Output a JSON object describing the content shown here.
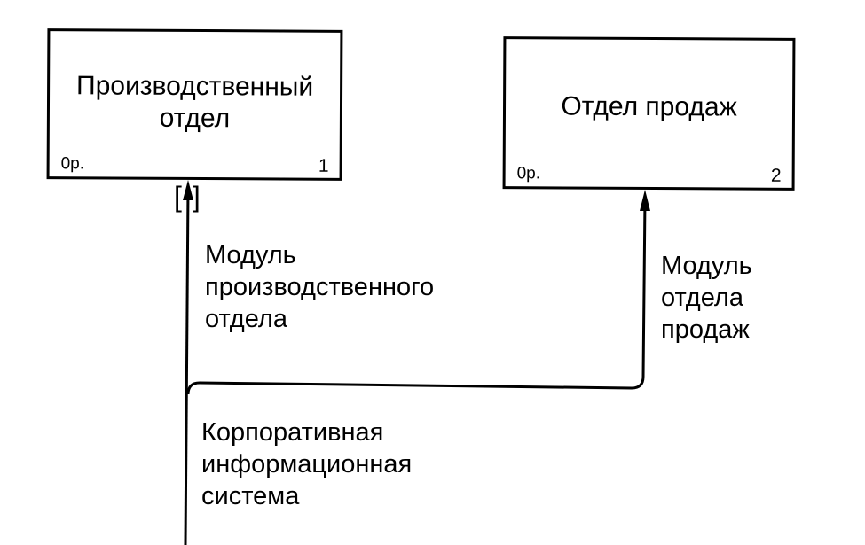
{
  "boxes": [
    {
      "title": "Производственный\nотдел",
      "cost": "0р.",
      "number": "1"
    },
    {
      "title": "Отдел продаж",
      "cost": "0р.",
      "number": "2"
    }
  ],
  "arrows": {
    "production_module": "Модуль\nпроизводственного\nотдела",
    "sales_module": "Модуль\nотдела\nпродаж",
    "corporate_system": "Корпоративная\nинформационная\nсистема"
  },
  "tunnel_marker": "[]"
}
